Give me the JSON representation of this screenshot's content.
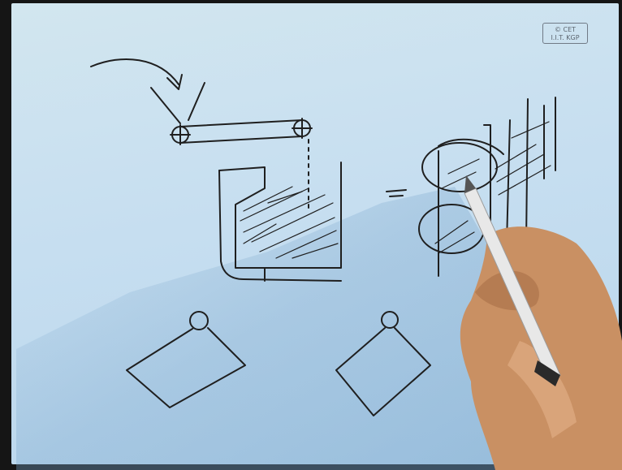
{
  "scene": {
    "description_type": "hand-drawn sketch on paper",
    "stamp_line1": "© CET",
    "stamp_line2": "I.I.T. KGP",
    "colors": {
      "paper": "#c6def0",
      "ink": "#1c1c1c",
      "skin": "#d09a6a",
      "pen": "#e6e6e6"
    }
  }
}
